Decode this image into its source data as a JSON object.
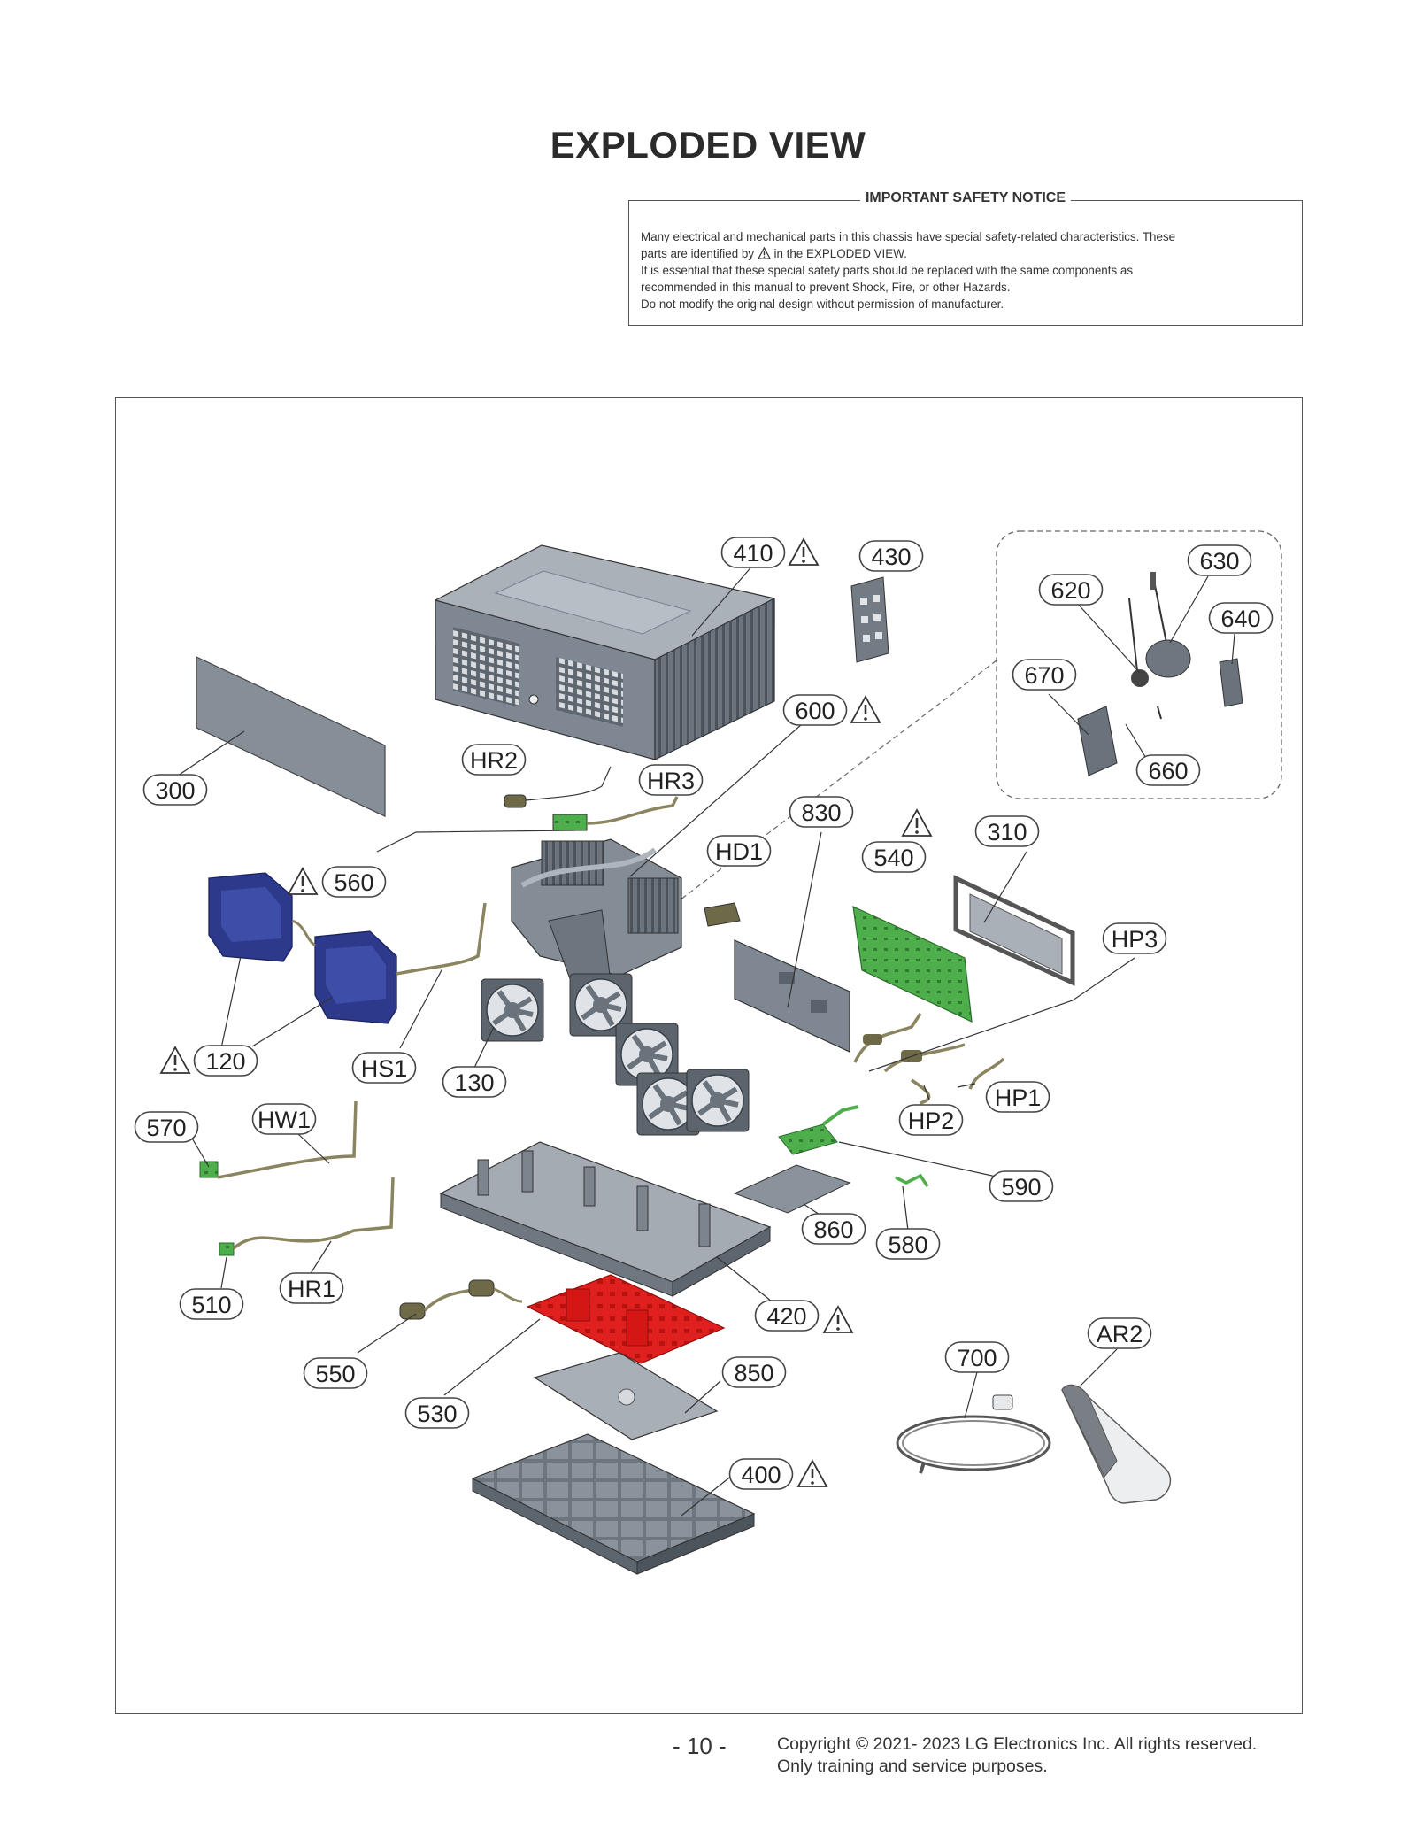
{
  "title": "EXPLODED VIEW",
  "notice": {
    "title": "IMPORTANT SAFETY NOTICE",
    "line1": "Many electrical and mechanical parts in this chassis have special safety-related characteristics. These",
    "line2a": "parts are identified by",
    "line2b": "in the EXPLODED VIEW.",
    "line3": "It is essential that these special safety parts should be replaced with the same components as",
    "line4": "recommended in this manual to prevent Shock, Fire, or other Hazards.",
    "line5": "Do not modify the original design without permission of manufacturer."
  },
  "part_labels": [
    "410",
    "430",
    "630",
    "620",
    "640",
    "670",
    "600",
    "660",
    "300",
    "HR2",
    "HR3",
    "830",
    "540",
    "310",
    "HD1",
    "560",
    "HP3",
    "120",
    "HS1",
    "130",
    "HP1",
    "HP2",
    "570",
    "HW1",
    "590",
    "860",
    "580",
    "510",
    "HR1",
    "420",
    "AR2",
    "700",
    "550",
    "850",
    "530",
    "400"
  ],
  "safety_marked_parts": [
    "410",
    "600",
    "540",
    "560",
    "120",
    "420",
    "400"
  ],
  "colors": {
    "housing": "#7d8792",
    "speaker": "#2d3a8c",
    "pcb_green": "#49a84a",
    "pcb_red": "#e0201e",
    "cable": "#8a8560"
  },
  "page_number": "- 10 -",
  "copyright": {
    "line1": "Copyright © 2021- 2023 LG Electronics Inc. All rights reserved.",
    "line2": "Only training and service purposes."
  }
}
